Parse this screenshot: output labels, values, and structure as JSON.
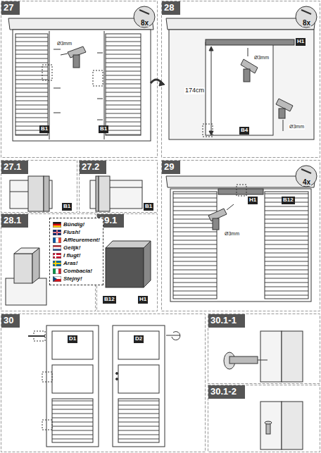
{
  "diagram": {
    "labels": [
      "27",
      "8x",
      "Ø3mm",
      "B1",
      "B1",
      "28",
      "8x",
      "H1",
      "Ø3mm",
      "174cm",
      "B4",
      "Ø3mm",
      "27.1",
      "B1",
      "27.2",
      "B1",
      "28.1",
      "29",
      "4x",
      "H1",
      "B12",
      "Ø3mm",
      "29.1",
      "B12",
      "H1",
      "30",
      "D1",
      "D2",
      "30.1-1",
      "30.1-2"
    ],
    "legend": [
      {
        "text": "Bündig!"
      },
      {
        "text": "Flush!"
      },
      {
        "text": "Affleurement!"
      },
      {
        "text": "Gelijk!"
      },
      {
        "text": "I flugt!"
      },
      {
        "text": "Aras!"
      },
      {
        "text": "Combacia!"
      },
      {
        "text": "Stejný!"
      }
    ]
  }
}
